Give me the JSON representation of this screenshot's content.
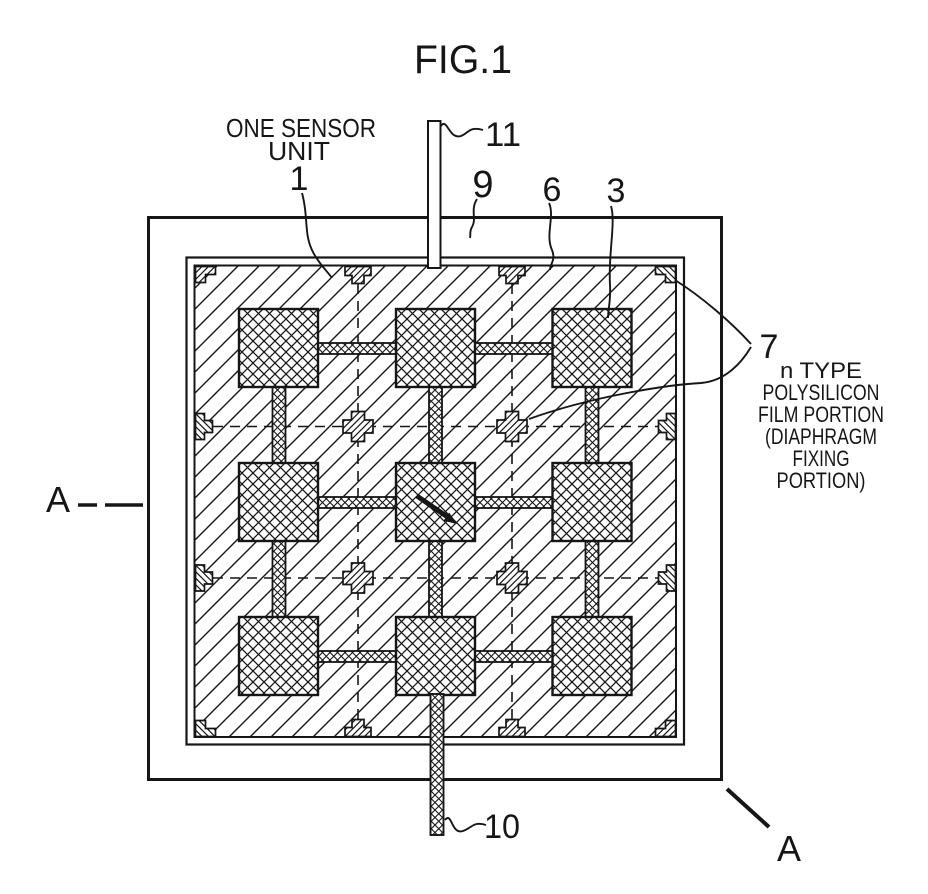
{
  "figure": {
    "title": "FIG.1",
    "ink_color": "#161616",
    "paper_color": "#ffffff",
    "annotations": {
      "sensor_unit": {
        "line1": "ONE SENSOR",
        "line2": "UNIT",
        "ref": "1"
      },
      "ref11": "11",
      "ref9": "9",
      "ref6": "6",
      "ref3": "3",
      "ref7": "7",
      "ref10": "10",
      "ref7_caption": [
        "n TYPE",
        "POLYSILICON",
        "FILM PORTION",
        "(DIAPHRAGM",
        "FIXING",
        "PORTION)"
      ],
      "section_marker_left": "A",
      "section_marker_bottom_right": "A"
    }
  }
}
